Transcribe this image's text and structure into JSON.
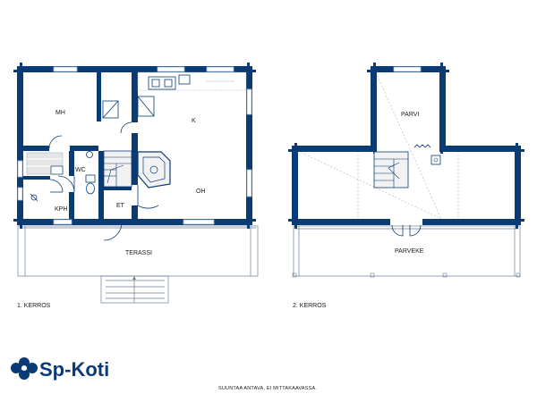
{
  "colors": {
    "wall": "#0b3b74",
    "window": "#9db7d6",
    "fixture": "#0b3b74",
    "stair_fill": "#f2f2f2",
    "sauna_fill": "#e6e6e6"
  },
  "floor1": {
    "caption": "1. KERROS",
    "rooms": {
      "mh": "MH",
      "k": "K",
      "wc": "WC",
      "kph": "KPH",
      "et": "ET",
      "oh": "OH",
      "terassi": "TERASSI"
    }
  },
  "floor2": {
    "caption": "2. KERROS",
    "rooms": {
      "parvi": "PARVI",
      "parveke": "PARVEKE"
    }
  },
  "footer": {
    "note": "SUUNTAA ANTAVA, EI MITTAKAAVASSA."
  },
  "logo": {
    "text": "Sp-Koti",
    "icon": "sp-koti-logo-icon"
  }
}
